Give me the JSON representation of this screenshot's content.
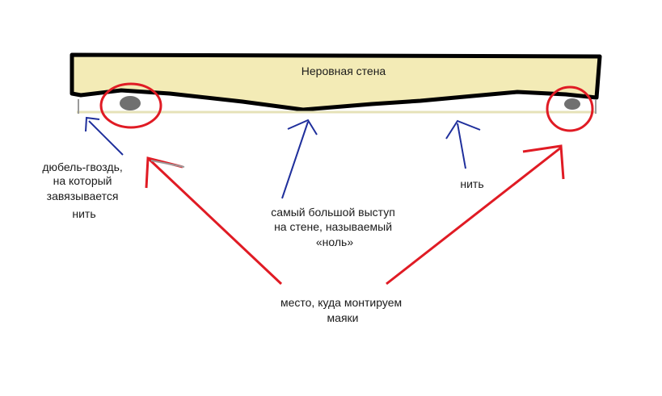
{
  "wall": {
    "label": "Неровная стена",
    "fill_color": "#f3ebb6",
    "outline_color": "#000000"
  },
  "thread_color": "#e6e2b8",
  "marker_color": "#e01b24",
  "pointer_color": "#1f2f9c",
  "annotations": {
    "dowel": [
      "дюбель-гвоздь,",
      "на который",
      "завязывается",
      "нить"
    ],
    "zero": [
      "самый большой выступ",
      "на стене, называемый",
      "«ноль»"
    ],
    "thread": [
      "нить"
    ],
    "beacons": [
      "место, куда монтируем",
      "маяки"
    ]
  }
}
